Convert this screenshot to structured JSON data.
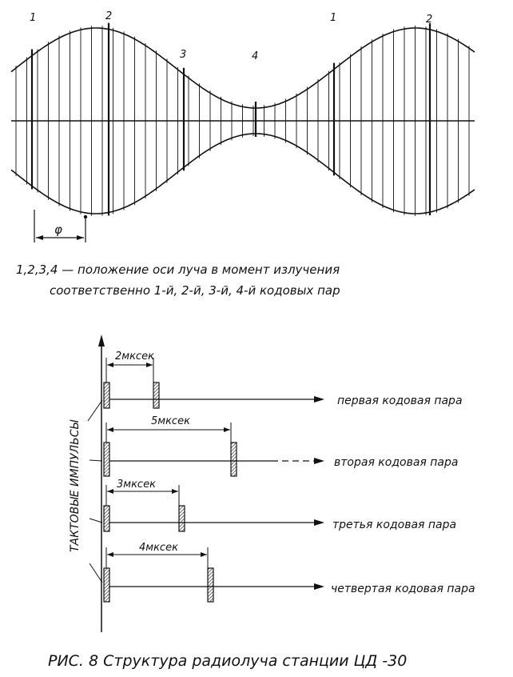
{
  "colors": {
    "ink": "#111111",
    "paper": "#ffffff"
  },
  "top_figure": {
    "beam_marks": [
      "1",
      "2",
      "3",
      "4",
      "1",
      "2"
    ],
    "phi_label": "φ",
    "caption_line1": "1,2,3,4 — положение оси луча в момент излучения",
    "caption_line2": "соответственно  1-й, 2-й, 3-й, 4-й кодовых пар"
  },
  "bottom_figure": {
    "axis_label": "ТАКТОВЫЕ ИМПУЛЬСЫ",
    "pairs": [
      {
        "delay_label": "2мксек",
        "delay_us": 2,
        "name": "первая кодовая пара"
      },
      {
        "delay_label": "5мксек",
        "delay_us": 5,
        "name": "вторая кодовая пара"
      },
      {
        "delay_label": "3мксек",
        "delay_us": 3,
        "name": "третья кодовая пара"
      },
      {
        "delay_label": "4мксек",
        "delay_us": 4,
        "name": "четвертая кодовая пара"
      }
    ]
  },
  "figure_caption": "РИС. 8   Структура радиолуча   станции  ЦД -30"
}
